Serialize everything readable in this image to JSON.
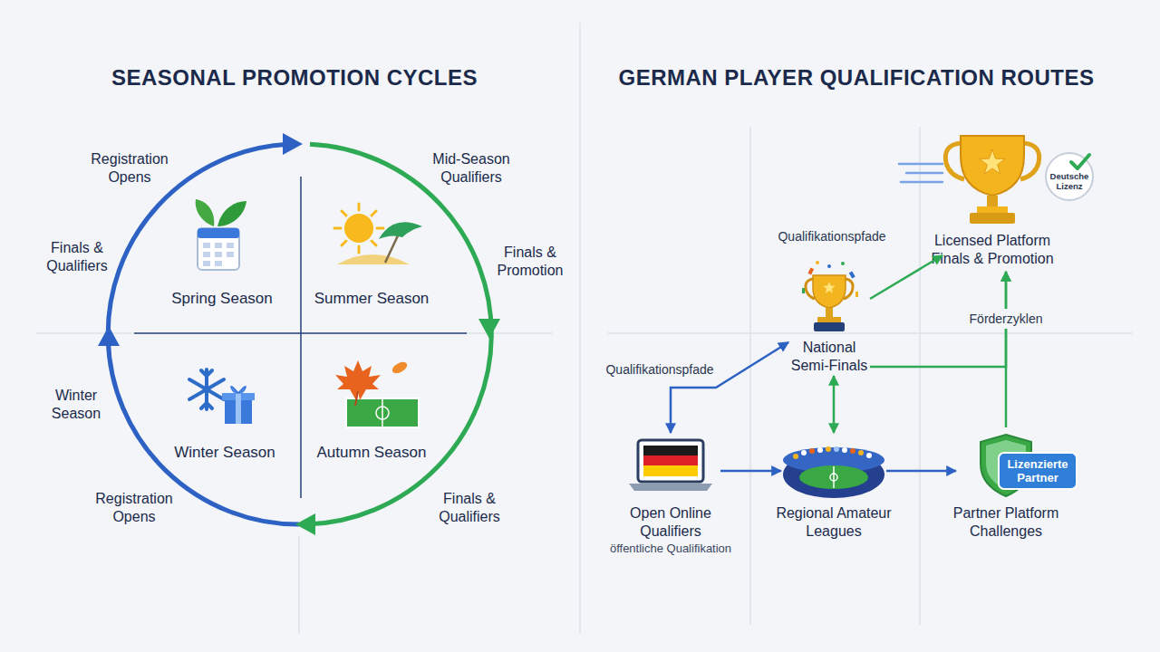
{
  "diagram": {
    "nodes": [
      {
        "text": [
          "Spring Season"
        ]
      },
      {
        "text": [
          "Summer Season"
        ]
      },
      {
        "text": [
          "Winter Season"
        ]
      },
      {
        "text": [
          "Autumn Season"
        ]
      },
      {
        "text": [
          "Licensed Platform Finals & Promotion"
        ]
      },
      {
        "text": [
          "Deutsche Lizenz"
        ],
        "in": 4
      },
      {
        "text": [
          "National Semi-Finals"
        ]
      },
      {
        "text": [
          "Open Online Qualifiers",
          "öffentliche Qualifikation"
        ]
      },
      {
        "text": [
          "Regional Amateur Leagues"
        ]
      },
      {
        "text": [
          "Partner Platform Challenges"
        ]
      },
      {
        "text": [
          "Lizenzierte Partner"
        ],
        "in": 9
      }
    ],
    "edges": [
      {
        "from": 7,
        "to": 8,
        "arrow": "to"
      },
      {
        "from": 8,
        "to": 9,
        "arrow": "to"
      },
      {
        "from": 8,
        "to": 6,
        "arrow": "both"
      },
      {
        "from": 7,
        "to": 6,
        "arrow": "both",
        "label": "Qualifikationspfade"
      },
      {
        "from": 6,
        "to": 4,
        "arrow": "to"
      },
      {
        "from": 9,
        "to": 4,
        "arrow": "to",
        "label": "Förderzyklen"
      },
      {
        "from": 6,
        "to": 4,
        "arrow": "to"
      }
    ],
    "labels": [
      "SEASONAL PROMOTION CYCLES",
      "GERMAN PLAYER QUALIFICATION ROUTES",
      "Registration Opens",
      "Mid-Season Qualifiers",
      "Finals & Qualifiers",
      "Finals & Promotion",
      "Winter Season",
      "Registration Opens",
      "Finals & Qualifiers",
      "Qualifikationspfade"
    ]
  }
}
